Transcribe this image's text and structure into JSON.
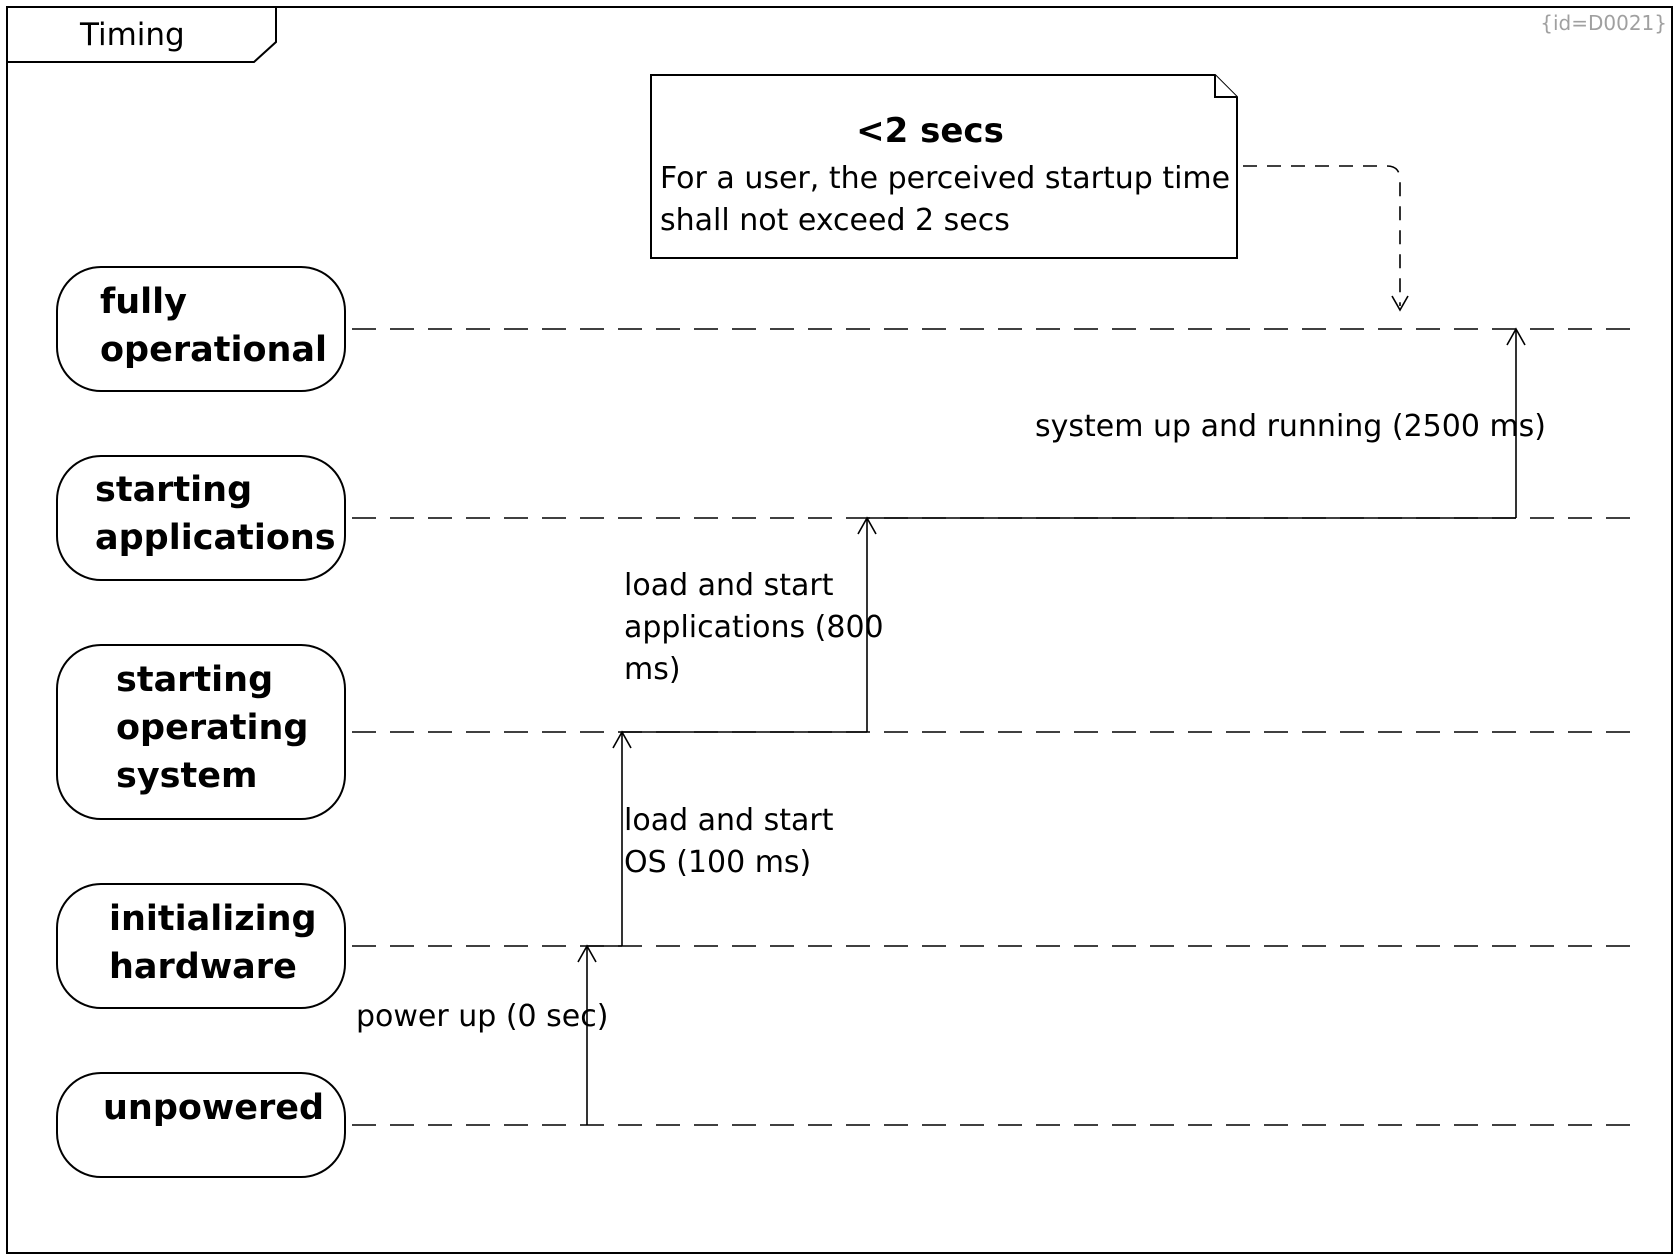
{
  "frame": {
    "title": "Timing",
    "id_label": "{id=D0021}"
  },
  "states": [
    {
      "key": "fully-operational",
      "lines": [
        "fully",
        "operational"
      ]
    },
    {
      "key": "starting-applications",
      "lines": [
        "starting",
        "applications"
      ]
    },
    {
      "key": "starting-operating-system",
      "lines": [
        "starting",
        "operating",
        "system"
      ]
    },
    {
      "key": "initializing-hardware",
      "lines": [
        "initializing",
        "hardware"
      ]
    },
    {
      "key": "unpowered",
      "lines": [
        "unpowered"
      ]
    }
  ],
  "transitions": [
    {
      "key": "power-up",
      "from": "unpowered",
      "to": "initializing-hardware",
      "label_lines": [
        "power up (0 sec)"
      ]
    },
    {
      "key": "load-os",
      "from": "initializing-hardware",
      "to": "starting-operating-system",
      "label_lines": [
        "load and start",
        "OS (100 ms)"
      ]
    },
    {
      "key": "load-apps",
      "from": "starting-operating-system",
      "to": "starting-applications",
      "label_lines": [
        "load and start",
        "applications (800",
        "ms)"
      ]
    },
    {
      "key": "system-up",
      "from": "starting-applications",
      "to": "fully-operational",
      "label_lines": [
        "system up and running (2500 ms)"
      ]
    }
  ],
  "note": {
    "title": "<2 secs",
    "lines": [
      "For a user, the perceived startup time",
      "shall not exceed 2 secs"
    ]
  }
}
